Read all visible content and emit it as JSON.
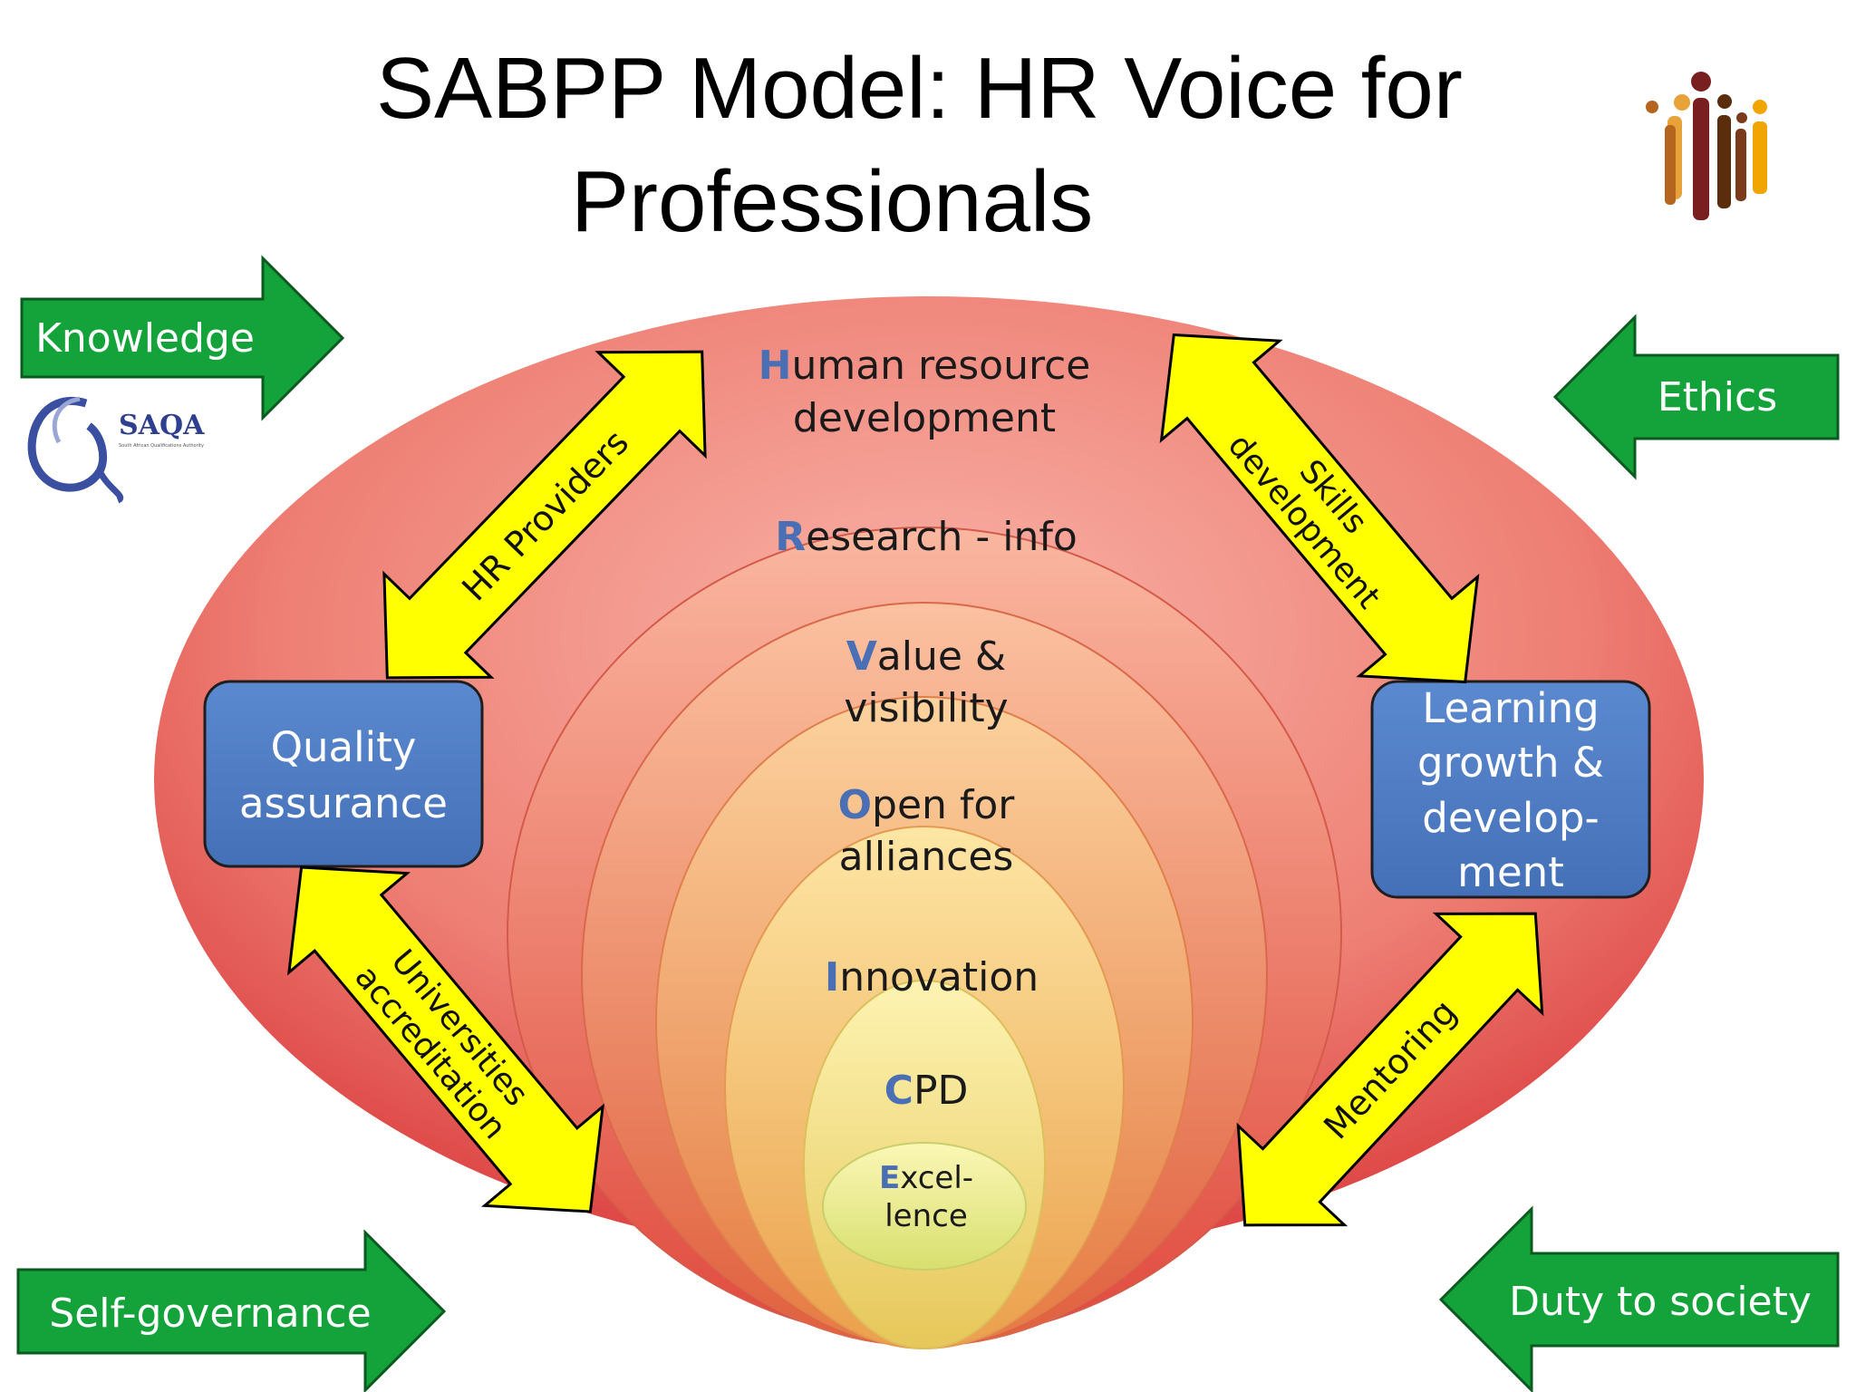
{
  "title": {
    "line1": "SABPP Model: HR Voice for",
    "line2": "Professionals"
  },
  "logos": {
    "saqa_text": "SAQA",
    "saqa_sub": "South African Qualifications Authority",
    "logo_colors": [
      "#e8a23a",
      "#b5651d",
      "#7a1f1f",
      "#5a2d0c",
      "#f0a500"
    ]
  },
  "green_arrows": {
    "knowledge": "Knowledge",
    "ethics": "Ethics",
    "self_governance": "Self-governance",
    "duty_to_society": "Duty to society"
  },
  "yellow_arrows": {
    "hr_providers": "HR Providers",
    "skills_development_1": "Skills",
    "skills_development_2": "development",
    "universities_1": "Universities",
    "universities_2": "accreditation",
    "mentoring": "Mentoring"
  },
  "boxes": {
    "quality_1": "Quality",
    "quality_2": "assurance",
    "learning_1": "Learning",
    "learning_2": "growth &",
    "learning_3": "develop-",
    "learning_4": "ment"
  },
  "rings": [
    {
      "initial": "H",
      "rest": "uman resource",
      "line2": "development"
    },
    {
      "initial": "R",
      "rest": "esearch - info"
    },
    {
      "initial": "V",
      "rest": "alue &",
      "line2": "visibility"
    },
    {
      "initial": "O",
      "rest": "pen for",
      "line2": "alliances"
    },
    {
      "initial": "I",
      "rest": "nnovation"
    },
    {
      "initial": "C",
      "rest": "PD"
    },
    {
      "initial": "E",
      "rest": "xcel-",
      "line2": "lence"
    }
  ],
  "colors": {
    "green": "#14a33a",
    "yellow": "#ffff00",
    "blue_box": "#4f7dc4",
    "initial": "#4a6fb5"
  }
}
